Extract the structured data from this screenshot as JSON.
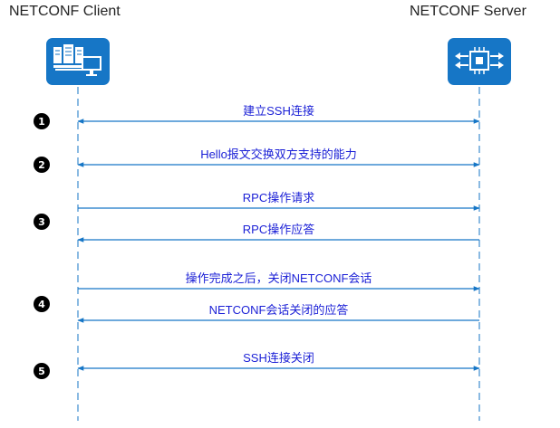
{
  "client": {
    "title": "NETCONF Client",
    "icon": "server-rack-monitor-icon"
  },
  "server": {
    "title": "NETCONF Server",
    "icon": "chip-arrows-icon"
  },
  "colors": {
    "node_fill": "#1676c6",
    "message_text": "#1a1fd6",
    "line": "#1676c6"
  },
  "messages": [
    {
      "step": "1",
      "text": "建立SSH连接",
      "direction": "both"
    },
    {
      "step": "2",
      "text": "Hello报文交换双方支持的能力",
      "direction": "both"
    },
    {
      "step": "",
      "text": "RPC操作请求",
      "direction": "to-server"
    },
    {
      "step": "3",
      "text": "RPC操作应答",
      "direction": "to-client"
    },
    {
      "step": "",
      "text": "操作完成之后，关闭NETCONF会话",
      "direction": "to-server"
    },
    {
      "step": "4",
      "text": "NETCONF会话关闭的应答",
      "direction": "to-client"
    },
    {
      "step": "5",
      "text": "SSH连接关闭",
      "direction": "both"
    }
  ]
}
